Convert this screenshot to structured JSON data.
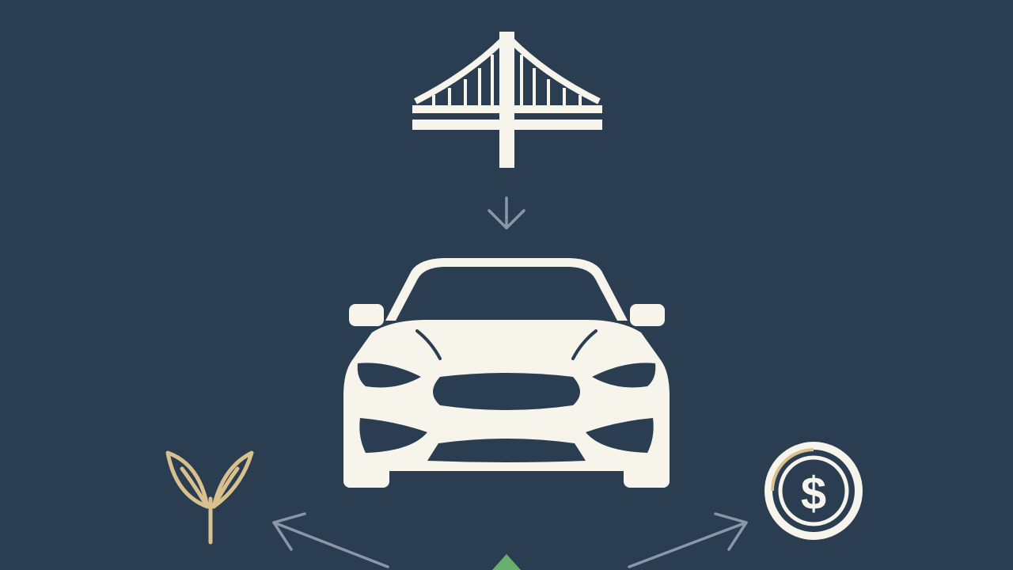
{
  "diagram": {
    "nodes": [
      {
        "id": "bridge",
        "icon": "bridge-icon"
      },
      {
        "id": "car",
        "icon": "car-icon"
      },
      {
        "id": "leaf",
        "icon": "leaf-icon"
      },
      {
        "id": "coin",
        "icon": "dollar-coin-icon",
        "symbol": "$"
      },
      {
        "id": "growth",
        "icon": "green-triangle-icon"
      }
    ],
    "edges": [
      {
        "from": "bridge",
        "to": "car"
      },
      {
        "from": "car",
        "to": "leaf"
      },
      {
        "from": "car",
        "to": "coin"
      }
    ]
  },
  "colors": {
    "background": "#2b3d51",
    "icon_primary": "#f7f4ec",
    "icon_gold": "#d8c08f",
    "arrow": "#8898a8",
    "accent_green": "#66b26a"
  }
}
